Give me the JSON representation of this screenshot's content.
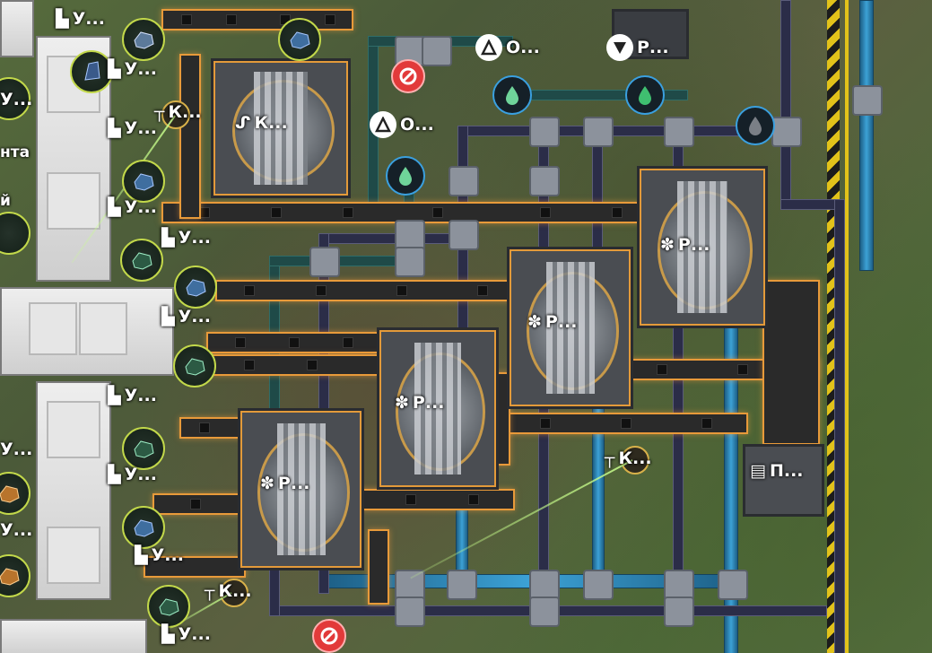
{
  "map_labels": {
    "unloader": "У...",
    "compressor": "К...",
    "refinery": "Р...",
    "cracker": "К...",
    "fluid_source_a": "О...",
    "fluid_source_b": "О...",
    "pump": "Р...",
    "edge_label_1": "нта",
    "edge_label_2": "й",
    "storage": "П..."
  },
  "icons": {
    "unloader": "unloader-icon",
    "refinery": "fan-icon",
    "cracker": "cracker-icon",
    "oil": "oil-drop-icon",
    "prohibit": "no-entry-icon",
    "tower": "power-tower-icon",
    "source": "pyramid-icon"
  },
  "colors": {
    "belt_glow": "#e89a3a",
    "pipe_dark": "#2b2d48",
    "pipe_blue": "#3ca2d6",
    "pipe_teal": "#1f4a48",
    "resource_ring": "#c2d84a",
    "fluid_ring": "#3aa0e0",
    "prohibit_red": "#e23a3a",
    "hazard_yellow": "#e2c21a"
  }
}
